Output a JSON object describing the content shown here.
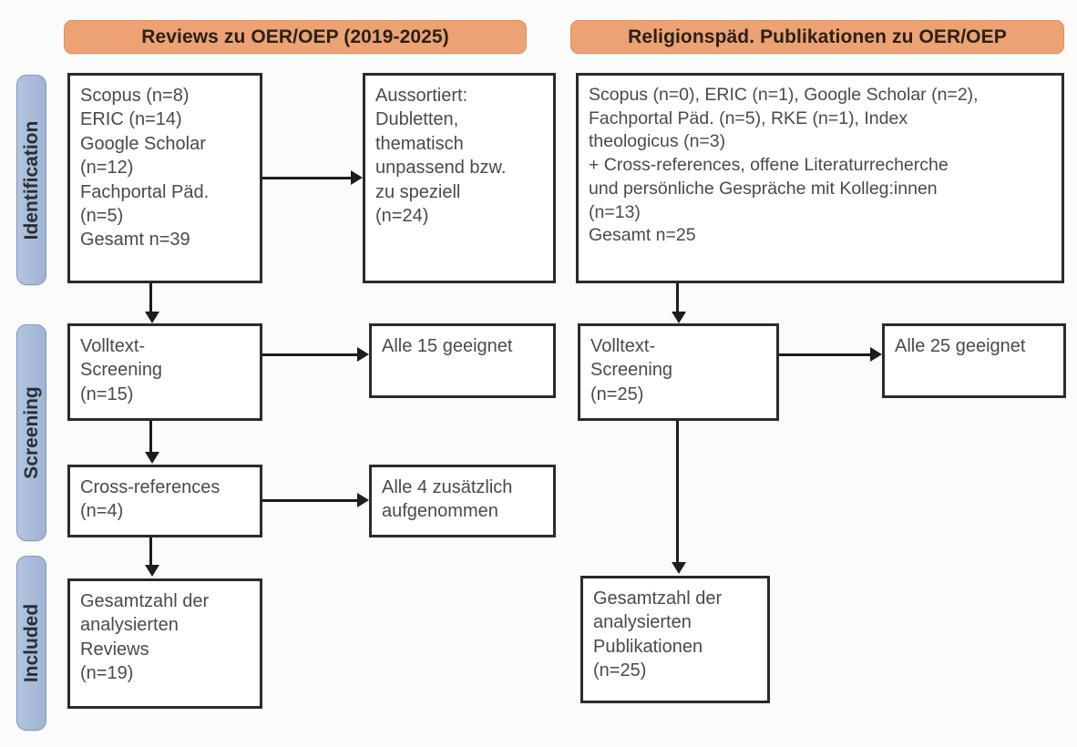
{
  "figure": {
    "type": "prisma-flow-diagram",
    "language": "de"
  },
  "columns": [
    {
      "id": "reviews",
      "banner": "Reviews zu OER/OEP (2019-2025)"
    },
    {
      "id": "religionspaed",
      "banner": "Religionspäd. Publikationen zu OER/OEP"
    }
  ],
  "stages": [
    {
      "id": "identification",
      "label": "Identification"
    },
    {
      "id": "screening",
      "label": "Screening"
    },
    {
      "id": "included",
      "label": "Included"
    }
  ],
  "boxes": {
    "left_sources": "Scopus (n=8)\nERIC (n=14)\nGoogle Scholar\n(n=12)\nFachportal Päd.\n(n=5)\nGesamt n=39",
    "left_excluded": "Aussortiert:\nDubletten,\nthematisch\nunpassend bzw.\nzu speziell\n(n=24)",
    "left_fulltext": "Volltext-\nScreening\n(n=15)",
    "left_fulltext_result": "Alle 15 geeignet",
    "left_crossrefs": "Cross-references\n(n=4)",
    "left_crossrefs_result": "Alle 4 zusätzlich\naufgenommen",
    "left_included": "Gesamtzahl der\nanalysierten\nReviews\n(n=19)",
    "right_sources": "Scopus (n=0), ERIC (n=1), Google Scholar (n=2),\nFachportal Päd. (n=5), RKE (n=1), Index\ntheologicus (n=3)\n+ Cross-references, offene Literaturrecherche\nund persönliche Gespräche mit Kolleg:innen\n(n=13)\nGesamt n=25",
    "right_fulltext": "Volltext-\nScreening\n(n=25)",
    "right_fulltext_result": "Alle 25 geeignet",
    "right_included": "Gesamtzahl der\nanalysierten\nPublikationen\n(n=25)"
  },
  "counts": {
    "left_scopus": 8,
    "left_eric": 14,
    "left_google_scholar": 12,
    "left_fachportal": 5,
    "left_total": 39,
    "left_excluded": 24,
    "left_fulltext_screened": 15,
    "left_fulltext_eligible": 15,
    "left_crossrefs": 4,
    "left_crossrefs_added": 4,
    "left_included": 19,
    "right_scopus": 0,
    "right_eric": 1,
    "right_google_scholar": 2,
    "right_fachportal": 5,
    "right_rke": 1,
    "right_index_theologicus": 3,
    "right_additional": 13,
    "right_total": 25,
    "right_fulltext_screened": 25,
    "right_fulltext_eligible": 25,
    "right_included": 25
  },
  "colors": {
    "banner_fill": "#eda273",
    "stage_fill": "#a9bdda",
    "box_border": "#2b2b2b",
    "text": "#4a4a4a",
    "connector": "#1d1d1d"
  }
}
